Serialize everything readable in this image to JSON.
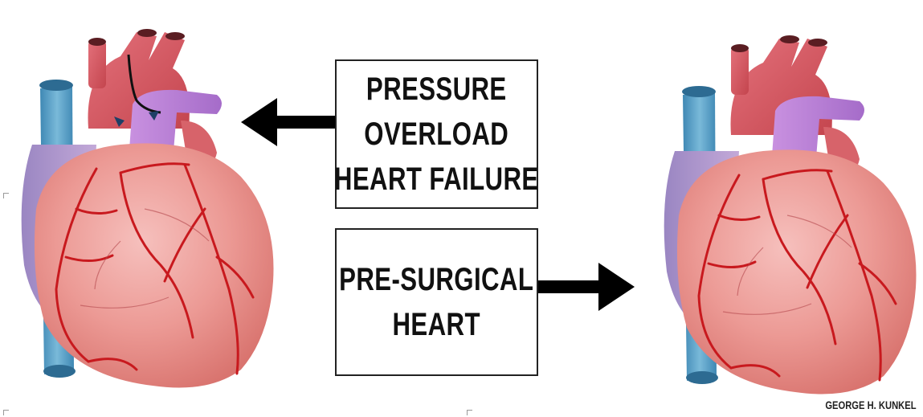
{
  "labels": {
    "top": [
      "PRESSURE",
      "OVERLOAD",
      "HEART FAILURE"
    ],
    "bottom": [
      "PRE-SURGICAL",
      "HEART"
    ]
  },
  "credit": "GEORGE H. KUNKEL",
  "colors": {
    "myocardium": "#e98f8f",
    "aorta": "#d9585f",
    "pulmonary_artery": "#b87fd6",
    "vena_cava": "#4f9cc4",
    "right_atrium": "#a990c9",
    "coronary": "#c8191e",
    "arrow": "#000000"
  },
  "icons": {
    "left_heart": "failing-heart-icon",
    "right_heart": "healthy-heart-icon",
    "arrow_left": "arrow-left-icon",
    "arrow_right": "arrow-right-icon"
  }
}
